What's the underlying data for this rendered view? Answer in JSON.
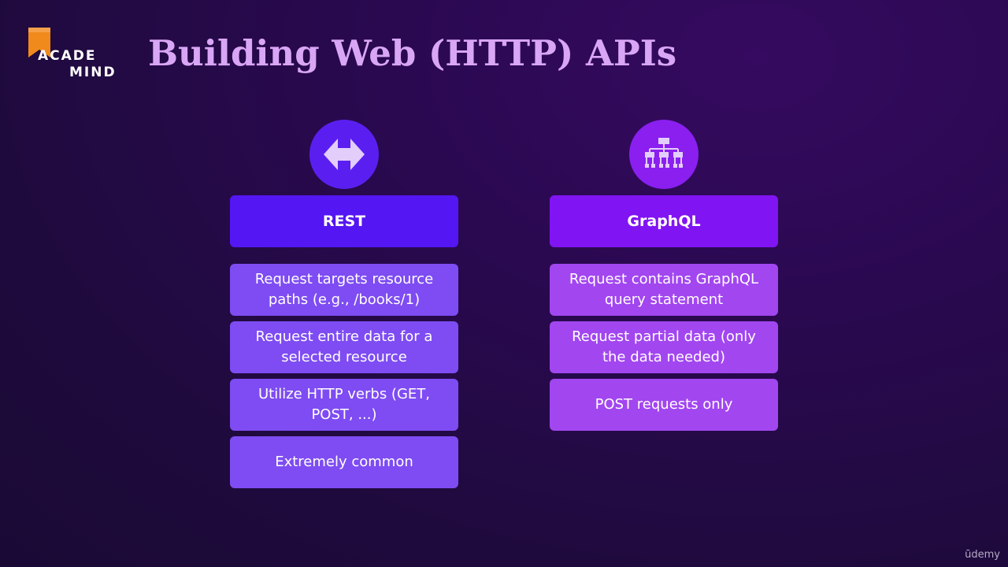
{
  "logo": {
    "line1": "ACADE",
    "line2": "MIND",
    "accent_color": "#f08a1c"
  },
  "title": "Building Web (HTTP) APIs",
  "columns": [
    {
      "icon": "bidirectional-arrow-icon",
      "header": "REST",
      "items": [
        "Request targets resource paths (e.g., /books/1)",
        "Request entire data for a selected resource",
        "Utilize HTTP verbs (GET, POST, ...)",
        "Extremely common"
      ]
    },
    {
      "icon": "hierarchy-tree-icon",
      "header": "GraphQL",
      "items": [
        "Request contains GraphQL query statement",
        "Request partial data (only the data needed)",
        "POST requests only"
      ]
    }
  ],
  "watermark": "ūdemy",
  "colors": {
    "title": "#d9a6f5",
    "rest_header": "#5416f2",
    "rest_item": "#7e4cf2",
    "graphql_header": "#8114f2",
    "graphql_item": "#a246f0"
  }
}
